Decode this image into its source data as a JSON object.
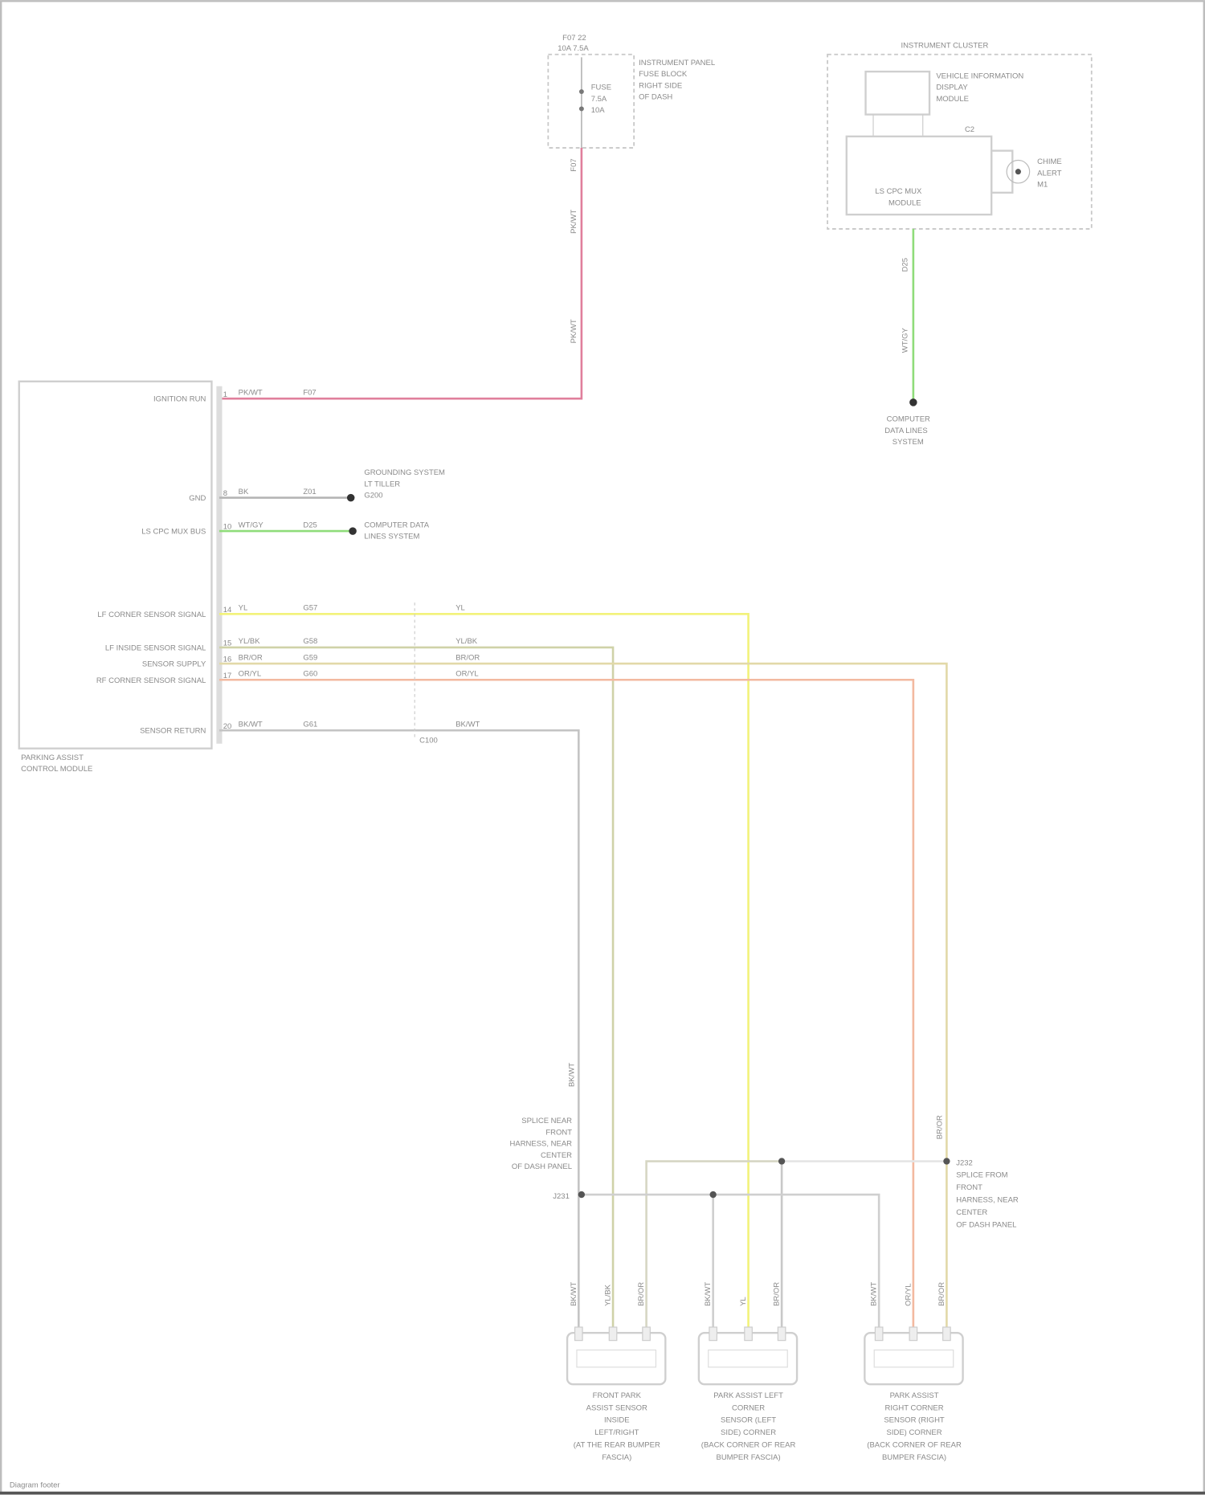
{
  "colors": {
    "ignition_wire": "#e07f9c",
    "ground_wire": "#b5b5b5",
    "bus_wire": "#8fdc7a",
    "yellow_wire": "#f2f27a",
    "olive_wire": "#cfd2a8",
    "tan_wire": "#e2d9a8",
    "orange_wire": "#f3b9a0",
    "return_wire": "#c4c4c4",
    "outline": "#cfcfcf"
  },
  "fuse_block": {
    "title_lines": [
      "F07 22",
      "10A 7.5A"
    ],
    "component_lines": [
      "INSTRUMENT PANEL",
      "FUSE BLOCK",
      "RIGHT SIDE",
      "OF DASH"
    ],
    "fuse_lines": [
      "FUSE",
      "7.5A",
      "10A"
    ],
    "wire_labels": [
      "F07",
      "PK/WT",
      "PK/WT"
    ]
  },
  "instrument_cluster": {
    "title": "INSTRUMENT CLUSTER",
    "display_lines": [
      "VEHICLE INFORMATION",
      "DISPLAY",
      "MODULE"
    ],
    "module_lines": [
      "LS CPC MUX",
      "MODULE"
    ],
    "splice_label": "C2",
    "buzzer_lines": [
      "CHIME",
      "ALERT",
      "M1"
    ],
    "wire_labels": [
      "D25",
      "WT/GY"
    ],
    "destination_lines": [
      "COMPUTER",
      "DATA LINES",
      "SYSTEM"
    ]
  },
  "module": {
    "name_lines": [
      "PARKING ASSIST",
      "CONTROL MODULE"
    ],
    "pins": [
      {
        "label": "IGNITION RUN",
        "num": "1",
        "circuit": "PK/WT",
        "code": "F07"
      },
      {
        "label": "GND",
        "num": "8",
        "circuit": "BK",
        "code": "Z01"
      },
      {
        "label": "LS CPC MUX BUS",
        "num": "10",
        "circuit": "WT/GY",
        "code": "D25"
      },
      {
        "label": "LF CORNER SENSOR SIGNAL",
        "num": "14",
        "circuit": "YL",
        "code": "G57"
      },
      {
        "label": "LF INSIDE SENSOR SIGNAL",
        "num": "15",
        "circuit": "YL/BK",
        "code": "G58"
      },
      {
        "label": "SENSOR SUPPLY",
        "num": "16",
        "circuit": "BR/OR",
        "code": "G59"
      },
      {
        "label": "RF CORNER SENSOR SIGNAL",
        "num": "17",
        "circuit": "OR/YL",
        "code": "G60"
      },
      {
        "label": "SENSOR RETURN",
        "num": "20",
        "circuit": "BK/WT",
        "code": "G61"
      }
    ],
    "ground_destination_lines": [
      "GROUNDING SYSTEM",
      "LT TILLER",
      "G200"
    ],
    "bus_destination_lines": [
      "COMPUTER DATA",
      "LINES SYSTEM"
    ],
    "inline_connector": "C100",
    "inline_circuits": [
      "YL",
      "YL/BK",
      "BR/OR",
      "OR/YL",
      "BK/WT"
    ]
  },
  "harness": {
    "left_splice_label": "J231",
    "left_splice_lines": [
      "SPLICE NEAR",
      "FRONT",
      "HARNESS, NEAR",
      "CENTER",
      "OF DASH PANEL"
    ],
    "right_splice_label": "J232",
    "right_splice_lines": [
      "J232",
      "SPLICE FROM",
      "FRONT",
      "HARNESS, NEAR",
      "CENTER",
      "OF DASH PANEL"
    ],
    "vertical_labels": [
      "BK/WT",
      "BR/OR"
    ]
  },
  "sensors": [
    {
      "name_lines": [
        "FRONT PARK",
        "ASSIST SENSOR",
        "INSIDE",
        "LEFT/RIGHT",
        "(AT THE REAR BUMPER",
        "FASCIA)"
      ],
      "pin_circuits": [
        "BK/WT",
        "YL/BK",
        "BR/OR"
      ]
    },
    {
      "name_lines": [
        "PARK ASSIST LEFT",
        "CORNER",
        "SENSOR (LEFT",
        "SIDE) CORNER",
        "(BACK CORNER OF REAR",
        "BUMPER FASCIA)"
      ],
      "pin_circuits": [
        "BK/WT",
        "YL",
        "BR/OR"
      ]
    },
    {
      "name_lines": [
        "PARK ASSIST",
        "RIGHT CORNER",
        "SENSOR (RIGHT",
        "SIDE) CORNER",
        "(BACK CORNER OF REAR",
        "BUMPER FASCIA)"
      ],
      "pin_circuits": [
        "BK/WT",
        "OR/YL",
        "BR/OR"
      ]
    }
  ],
  "footer": "Diagram footer"
}
